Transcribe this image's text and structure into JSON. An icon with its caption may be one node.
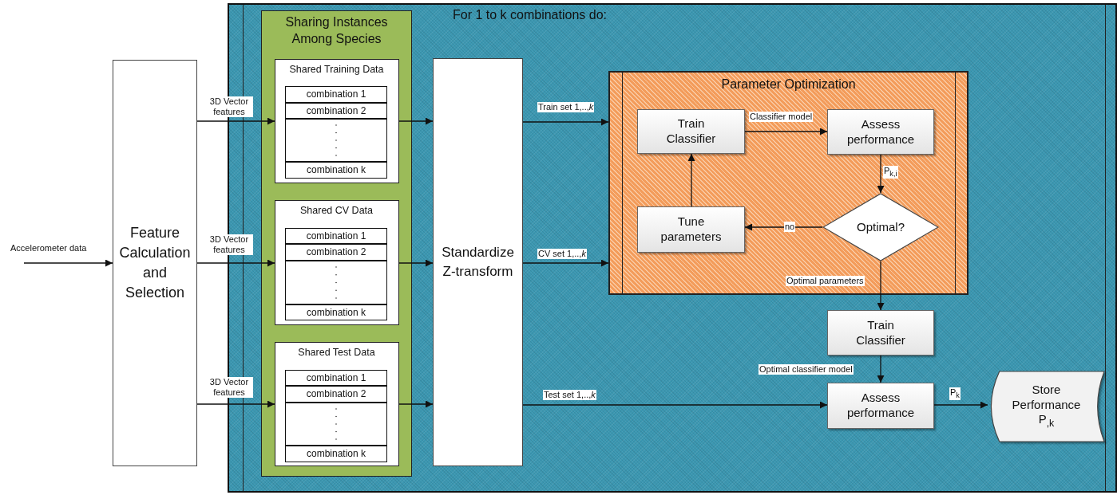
{
  "diagram": {
    "nodes": [
      {
        "text": [
          "Feature Calculation and Selection"
        ]
      },
      {
        "text": [
          "For 1 to k combinations do:"
        ]
      },
      {
        "text": [
          "Sharing Instances Among Species"
        ],
        "in": 1
      },
      {
        "text": [
          "Shared Training Data"
        ],
        "in": 2
      },
      {
        "text": [
          "combination 1"
        ],
        "in": 3
      },
      {
        "text": [
          "combination 2"
        ],
        "in": 3
      },
      {
        "text": [],
        "shape": "box",
        "in": 3
      },
      {
        "text": [
          "combination k"
        ],
        "in": 3
      },
      {
        "text": [
          "Shared CV Data"
        ],
        "in": 2
      },
      {
        "text": [
          "combination 1"
        ],
        "in": 8
      },
      {
        "text": [
          "combination 2"
        ],
        "in": 8
      },
      {
        "text": [],
        "shape": "box",
        "in": 8
      },
      {
        "text": [
          "combination k"
        ],
        "in": 8
      },
      {
        "text": [
          "Shared Test Data"
        ],
        "in": 2
      },
      {
        "text": [
          "combination 1"
        ],
        "in": 13
      },
      {
        "text": [
          "combination 2"
        ],
        "in": 13
      },
      {
        "text": [],
        "shape": "box",
        "in": 13
      },
      {
        "text": [
          "combination k"
        ],
        "in": 13
      },
      {
        "text": [
          "Standardize Z-transform"
        ],
        "in": 1
      },
      {
        "text": [
          "Parameter Optimization"
        ],
        "in": 1
      },
      {
        "text": [
          "Train Classifier"
        ],
        "in": 19
      },
      {
        "text": [
          "Assess performance"
        ],
        "in": 19
      },
      {
        "text": [
          "Optimal?"
        ],
        "in": 19
      },
      {
        "text": [
          "Tune parameters"
        ],
        "in": 19
      },
      {
        "text": [
          "Train Classifier"
        ],
        "in": 1
      },
      {
        "text": [
          "Assess performance"
        ],
        "in": 1
      },
      {
        "text": [
          "Store Performance P$_{,k}$"
        ],
        "in": 1
      }
    ],
    "edges": [
      {
        "from": null,
        "to": 0,
        "arrow": "to",
        "label": "Accelerometer data"
      },
      {
        "from": 0,
        "to": 3,
        "arrow": "to",
        "label": "3D Vector features"
      },
      {
        "from": 0,
        "to": 8,
        "arrow": "to",
        "label": "3D Vector features"
      },
      {
        "from": 0,
        "to": 13,
        "arrow": "to",
        "label": "3D Vector features"
      },
      {
        "from": 3,
        "to": 18,
        "arrow": "to"
      },
      {
        "from": 8,
        "to": 18,
        "arrow": "to"
      },
      {
        "from": 13,
        "to": 18,
        "arrow": "to"
      },
      {
        "from": 18,
        "to": 19,
        "arrow": "to",
        "label": "Train set 1,..,*k*"
      },
      {
        "from": 18,
        "to": 19,
        "arrow": "to",
        "label": "CV set 1,..,*k*"
      },
      {
        "from": 20,
        "to": 21,
        "arrow": "to",
        "label": "Classifier model"
      },
      {
        "from": 21,
        "to": 22,
        "arrow": "to",
        "label": "P$_{k,i}$"
      },
      {
        "from": 22,
        "to": 23,
        "arrow": "to",
        "label": "no"
      },
      {
        "from": 23,
        "to": 20,
        "arrow": "to"
      },
      {
        "from": 22,
        "to": 24,
        "arrow": "to",
        "label": "Optimal parameters"
      },
      {
        "from": 24,
        "to": 25,
        "arrow": "to",
        "label": "Optimal classifier model"
      },
      {
        "from": 18,
        "to": 25,
        "arrow": "to",
        "label": "Test set 1,..,*k*"
      },
      {
        "from": 25,
        "to": 26,
        "arrow": "to",
        "label": "P$_{k}$"
      }
    ]
  }
}
